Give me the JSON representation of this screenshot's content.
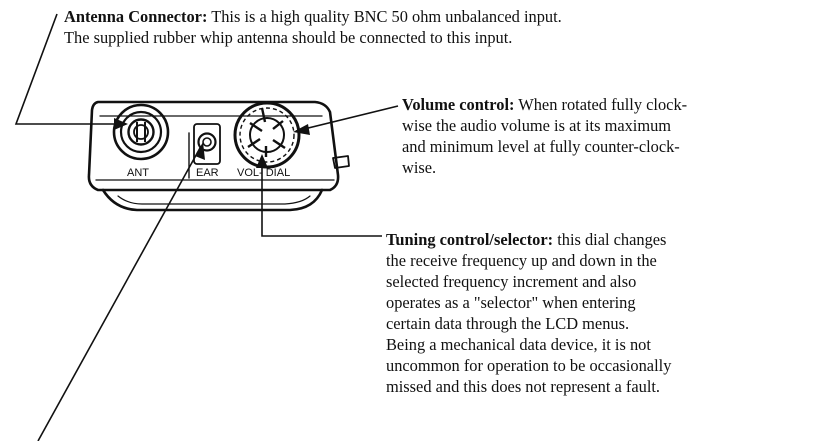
{
  "antenna": {
    "heading": "Antenna Connector:",
    "line1_rest": " This is a high quality BNC 50 ohm unbalanced input.",
    "line2": "The supplied rubber whip antenna should be connected to this input."
  },
  "volume": {
    "heading": "Volume control:",
    "line1_rest": " When rotated fully clock-",
    "lines": [
      "wise the audio volume is at its maximum",
      "and minimum level at fully counter-clock-",
      "wise."
    ]
  },
  "tuning": {
    "heading": "Tuning control/selector:",
    "line1_rest": " this dial changes",
    "lines": [
      "the receive frequency up and down in the",
      "selected frequency increment and also",
      "operates as a \"selector\" when entering",
      "certain data through the LCD menus.",
      "Being a mechanical data device, it is not",
      "uncommon for operation to be occasionally",
      "missed and this does not represent a fault."
    ]
  },
  "panel_labels": {
    "ant": "ANT",
    "ear": "EAR",
    "vol_dial": "VOL- DIAL"
  },
  "colors": {
    "ink": "#111111",
    "background": "#ffffff"
  }
}
